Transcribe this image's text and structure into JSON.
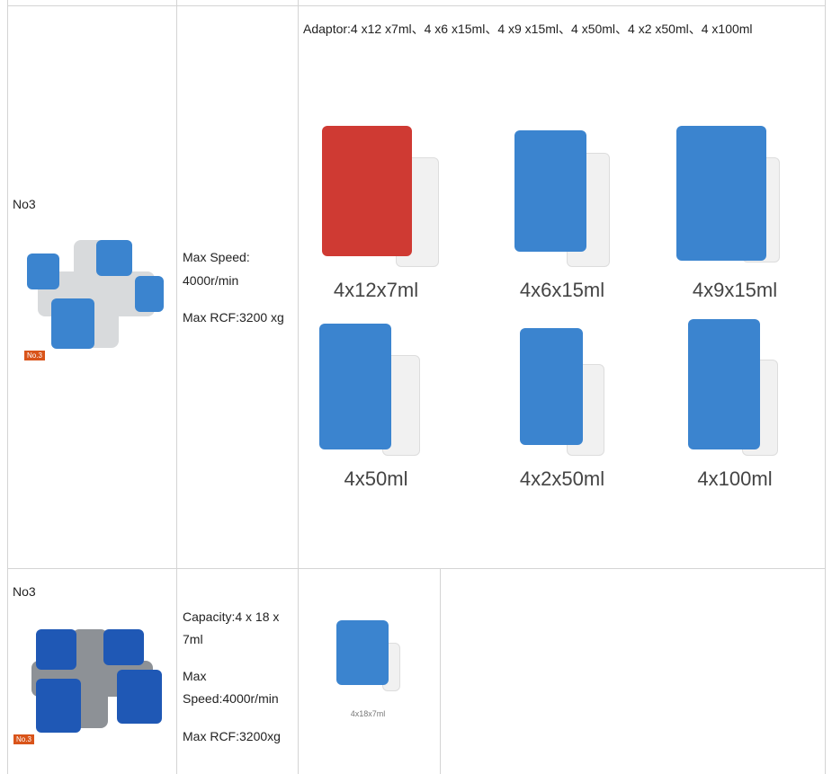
{
  "row1": {
    "name": "No3",
    "badge": "No.3",
    "speed": "Max Speed:",
    "speed_value": "4000r/min",
    "rcf": "Max RCF:3200 xg",
    "adaptor_text": "Adaptor:4 x12 x7ml、4 x6 x15ml、4 x9 x15ml、4 x50ml、4 x2 x50ml、4 x100ml",
    "adaptors": [
      {
        "label": "4x12x7ml",
        "color": "#cf3a33"
      },
      {
        "label": "4x6x15ml",
        "color": "#3b84cf"
      },
      {
        "label": "4x9x15ml",
        "color": "#3b84cf"
      },
      {
        "label": "4x50ml",
        "color": "#3b84cf"
      },
      {
        "label": "4x2x50ml",
        "color": "#3b84cf"
      },
      {
        "label": "4x100ml",
        "color": "#3b84cf"
      }
    ]
  },
  "row2": {
    "name": "No3",
    "badge": "No.3",
    "capacity": "Capacity:4 x 18 x",
    "capacity2": "7ml",
    "speed": "Max",
    "speed2": "Speed:4000r/min",
    "rcf": "Max RCF:3200xg",
    "adaptor_label": "4x18x7ml"
  }
}
